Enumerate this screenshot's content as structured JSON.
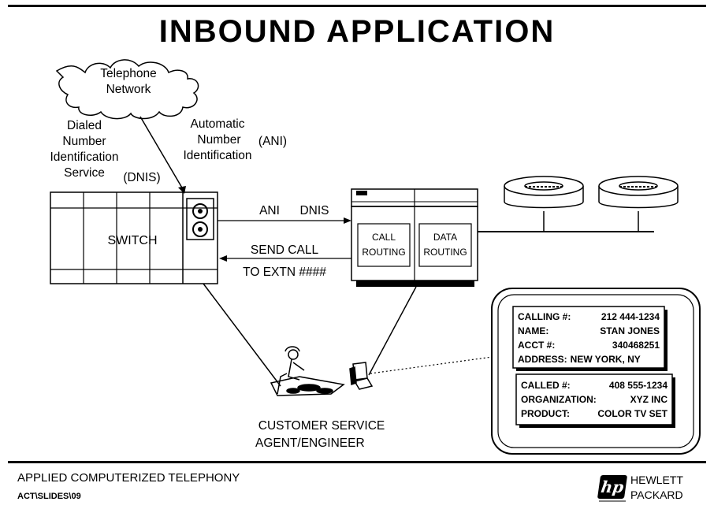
{
  "title": "INBOUND APPLICATION",
  "cloud": {
    "line1": "Telephone",
    "line2": "Network"
  },
  "dnis": {
    "line1": "Dialed",
    "line2": "Number",
    "line3": "Identification",
    "line4": "Service",
    "abbr": "(DNIS)"
  },
  "ani": {
    "line1": "Automatic",
    "line2": "Number",
    "line3": "Identification",
    "abbr": "(ANI)"
  },
  "switch_label": "SWITCH",
  "arrow_top": {
    "ani": "ANI",
    "dnis": "DNIS"
  },
  "arrow_bottom": {
    "line1": "SEND CALL",
    "line2": "TO EXTN ####"
  },
  "computer": {
    "call_routing": {
      "line1": "CALL",
      "line2": "ROUTING"
    },
    "data_routing": {
      "line1": "DATA",
      "line2": "ROUTING"
    }
  },
  "agent": {
    "line1": "CUSTOMER SERVICE",
    "line2": "AGENT/ENGINEER"
  },
  "screen": {
    "calling_label": "CALLING #:",
    "calling_value": "212 444-1234",
    "name_label": "NAME:",
    "name_value": "STAN JONES",
    "acct_label": "ACCT #:",
    "acct_value": "340468251",
    "address_label": "ADDRESS:",
    "address_value": "NEW YORK, NY",
    "called_label": "CALLED #:",
    "called_value": "408 555-1234",
    "org_label": "ORGANIZATION:",
    "org_value": "XYZ INC",
    "product_label": "PRODUCT:",
    "product_value": "COLOR TV SET"
  },
  "footer": {
    "left_title": "APPLIED COMPUTERIZED TELEPHONY",
    "left_code": "ACT\\SLIDES\\09",
    "logo_mark": "hp",
    "brand_line1": "HEWLETT",
    "brand_line2": "PACKARD"
  }
}
